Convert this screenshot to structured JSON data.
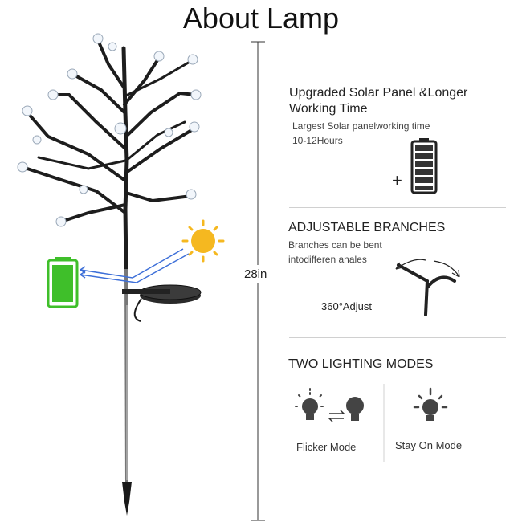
{
  "title": "About Lamp",
  "height_label": "28in",
  "sections": {
    "solar": {
      "title_line1": "Upgraded Solar Panel &Longer",
      "title_line2": "Working Time",
      "sub_line1": "Largest Solar panelworking time",
      "sub_line2": "10-12Hours",
      "plus_symbol": "+"
    },
    "branches": {
      "title": "ADJUSTABLE BRANCHES",
      "sub_line1": "Branches can be bent",
      "sub_line2": "intodifferen anales",
      "adjust_label": "360°Adjust"
    },
    "modes": {
      "title": "TWO LIGHTING MODES",
      "flicker_label": "Flicker Mode",
      "stay_label": "Stay On Mode"
    }
  },
  "colors": {
    "battery_green": "#3fbf2a",
    "sun_yellow": "#f5b820",
    "arrow_blue": "#3d6fd8",
    "divider_gray": "#d0d0d0"
  },
  "icons": [
    "battery-full-icon",
    "battery-charging-icon",
    "sun-icon",
    "bulb-flicker-icon",
    "bulb-off-icon",
    "bulb-on-icon",
    "swap-arrows-icon",
    "curved-arrows-icon"
  ]
}
